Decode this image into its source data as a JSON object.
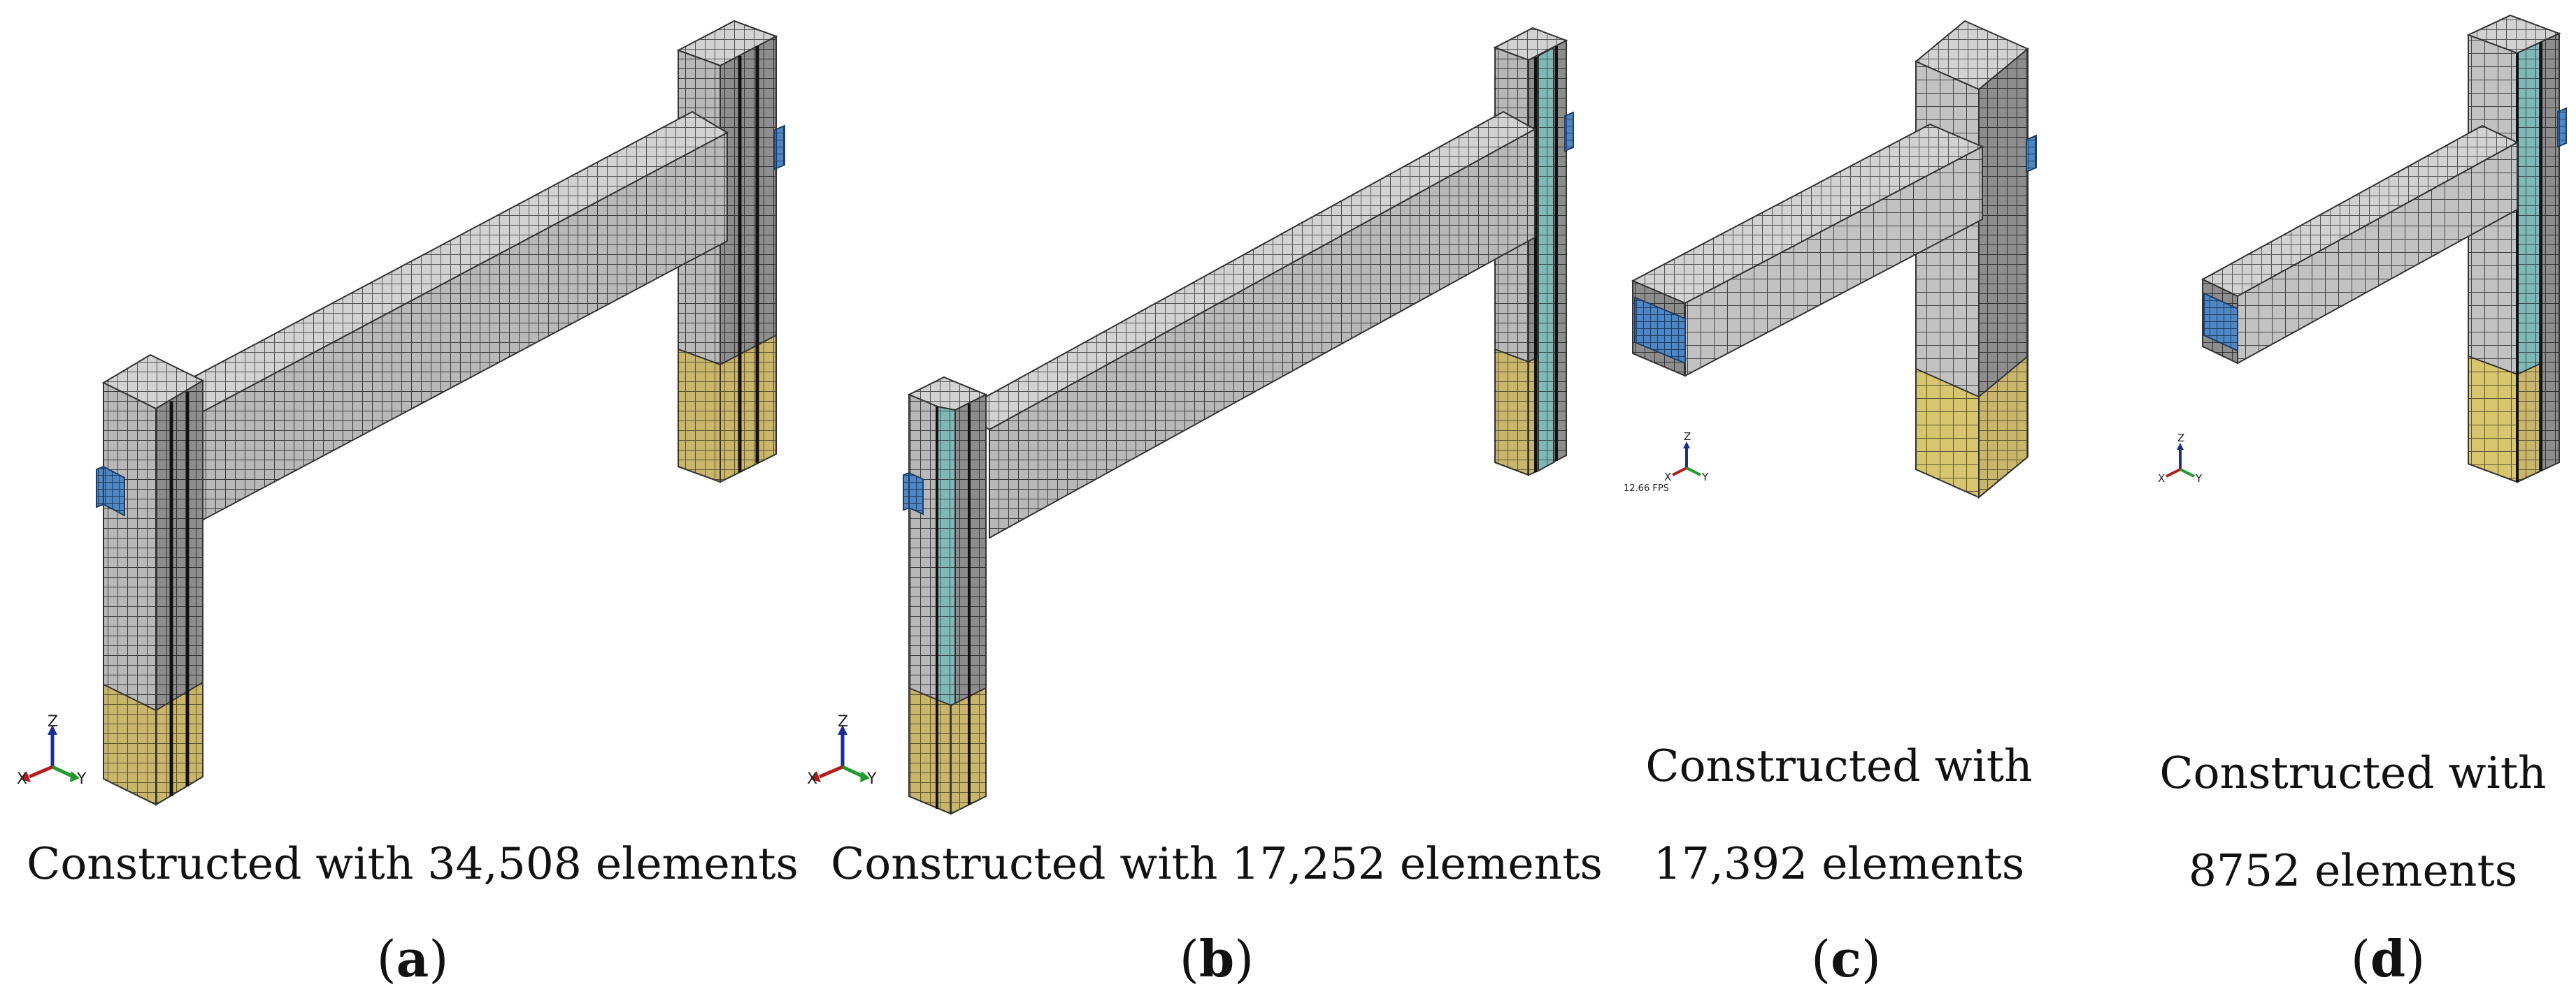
{
  "panels": [
    {
      "id": "a",
      "label": "a",
      "caption": [
        "Constructed with 34,508 elements"
      ]
    },
    {
      "id": "b",
      "label": "b",
      "caption": [
        "Constructed with 17,252 elements"
      ]
    },
    {
      "id": "c",
      "label": "c",
      "caption": [
        "Constructed with",
        "17,392 elements"
      ]
    },
    {
      "id": "d",
      "label": "d",
      "caption": [
        "Constructed with",
        "8752 elements"
      ]
    }
  ],
  "overlay": {
    "fps": "12.66 FPS"
  },
  "axes": {
    "z": "Z",
    "x": "X",
    "y": "Y"
  },
  "colors": {
    "mesh_face": "#b4b4b4",
    "mesh_side": "#8c8c8c",
    "mesh_top": "#cdcdcd",
    "mesh_line": "#3a3a3a",
    "rebar_cyan": "#7fb8b6",
    "base_yellow": "#c9b66a",
    "load_plate_blue": "#4f87c4",
    "axis_z": "#1b2d8f",
    "axis_x": "#b21b1b",
    "axis_y": "#1f9a2c"
  }
}
